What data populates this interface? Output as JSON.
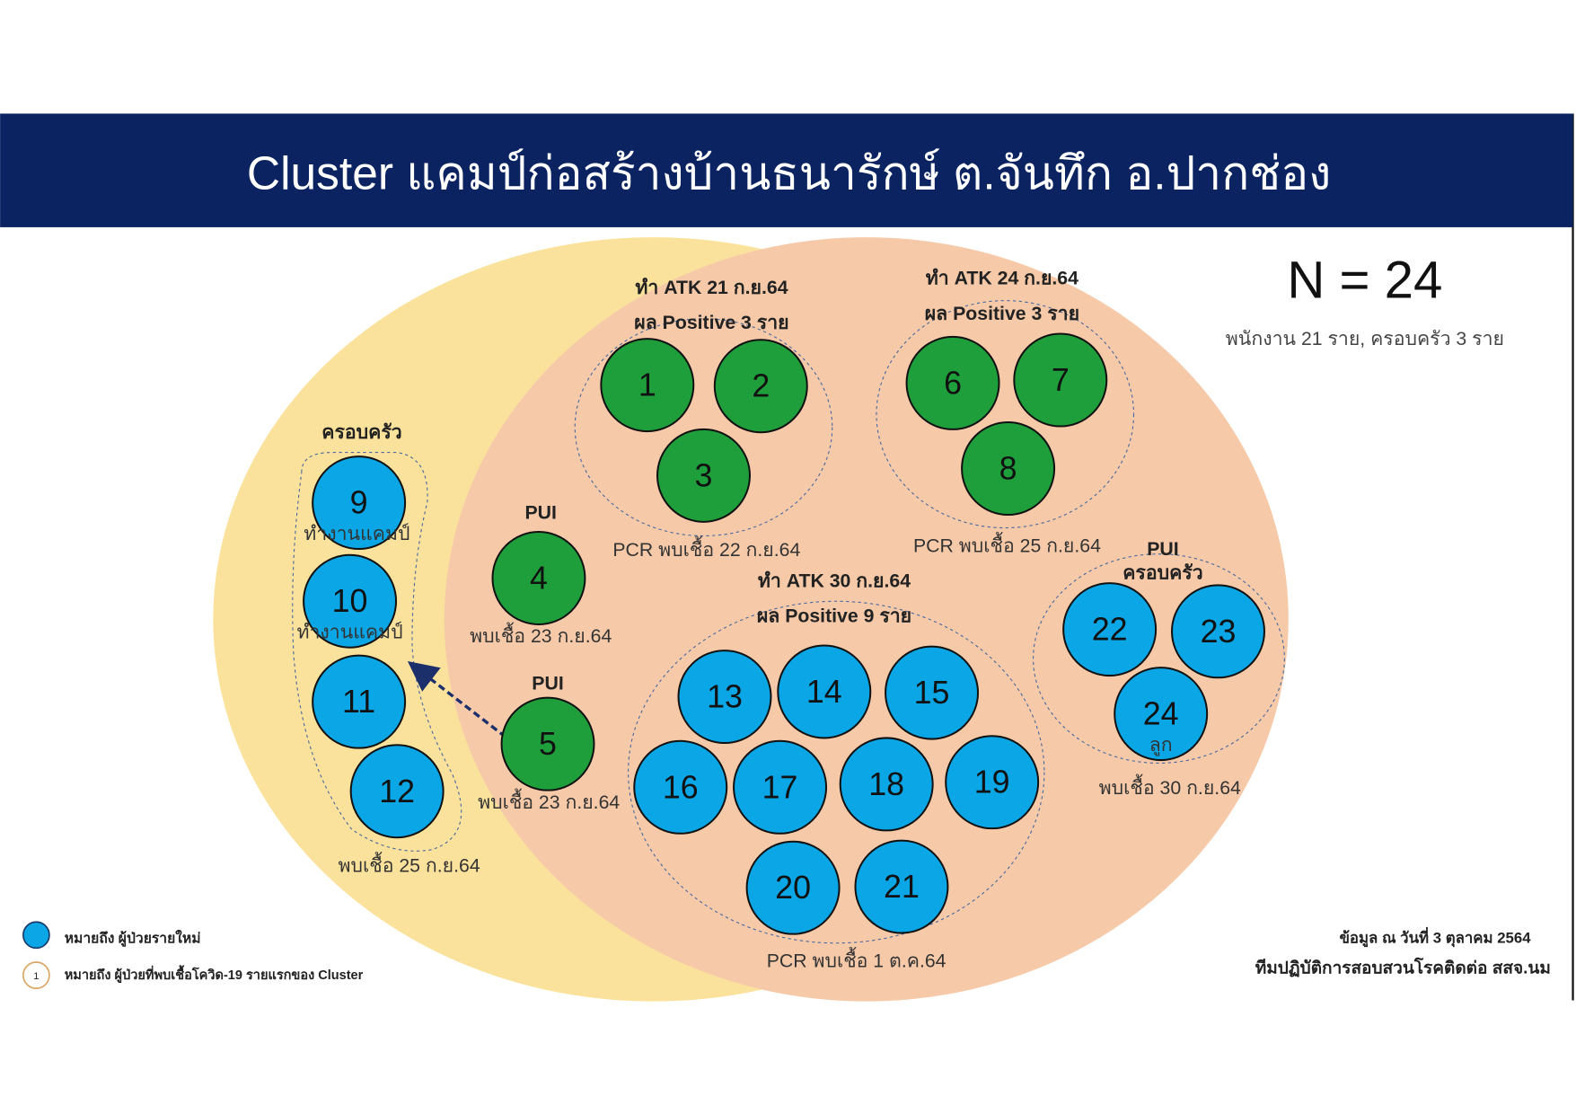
{
  "title": "Cluster แคมป์ก่อสร้างบ้านธนารักษ์ ต.จันทึก อ.ปากช่อง",
  "summary": {
    "total": "N = 24",
    "breakdown": "พนักงาน 21 ราย, ครอบครัว 3 ราย"
  },
  "colors": {
    "header": "#0b2461",
    "new_case": "#0aa6e6",
    "first_case": "#1f9e3c",
    "camp_area": "#fbe29c",
    "work_area": "#f6caa9"
  },
  "groups": {
    "atk21": {
      "line1": "ทำ ATK 21 ก.ย.64",
      "line2": "ผล Positive 3 ราย",
      "footer": "PCR พบเชื้อ 22 ก.ย.64"
    },
    "atk24": {
      "line1": "ทำ ATK 24 ก.ย.64",
      "line2": "ผล Positive 3 ราย",
      "footer": "PCR พบเชื้อ 25 ก.ย.64"
    },
    "atk30": {
      "line1": "ทำ ATK 30 ก.ย.64",
      "line2": "ผล Positive 9 ราย",
      "footer": "PCR พบเชื้อ 1 ต.ค.64"
    },
    "family": {
      "label": "ครอบครัว",
      "footer": "พบเชื้อ 25 ก.ย.64",
      "note9": "ทำงานแคมป์",
      "note10": "ทำงานแคมป์"
    },
    "pui4": {
      "label": "PUI",
      "footer": "พบเชื้อ 23 ก.ย.64"
    },
    "pui5": {
      "label": "PUI",
      "footer": "พบเชื้อ 23 ก.ย.64"
    },
    "puiFamily": {
      "label1": "PUI",
      "label2": "ครอบครัว",
      "footer": "พบเชื้อ 30 ก.ย.64",
      "note24": "ลูก"
    }
  },
  "cases": [
    {
      "id": "1",
      "type": "first"
    },
    {
      "id": "2",
      "type": "first"
    },
    {
      "id": "3",
      "type": "first"
    },
    {
      "id": "4",
      "type": "first"
    },
    {
      "id": "5",
      "type": "first"
    },
    {
      "id": "6",
      "type": "first"
    },
    {
      "id": "7",
      "type": "first"
    },
    {
      "id": "8",
      "type": "first"
    },
    {
      "id": "9",
      "type": "new"
    },
    {
      "id": "10",
      "type": "new"
    },
    {
      "id": "11",
      "type": "new"
    },
    {
      "id": "12",
      "type": "new"
    },
    {
      "id": "13",
      "type": "new"
    },
    {
      "id": "14",
      "type": "new"
    },
    {
      "id": "15",
      "type": "new"
    },
    {
      "id": "16",
      "type": "new"
    },
    {
      "id": "17",
      "type": "new"
    },
    {
      "id": "18",
      "type": "new"
    },
    {
      "id": "19",
      "type": "new"
    },
    {
      "id": "20",
      "type": "new"
    },
    {
      "id": "21",
      "type": "new"
    },
    {
      "id": "22",
      "type": "new"
    },
    {
      "id": "23",
      "type": "new"
    },
    {
      "id": "24",
      "type": "new"
    }
  ],
  "legend": {
    "new_case": "หมายถึง ผู้ป่วยรายใหม่",
    "first_case": "หมายถึง ผู้ป่วยที่พบเชื้อโควิด-19 รายแรกของ Cluster",
    "first_case_sample": "1"
  },
  "footer": {
    "date": "ข้อมูล ณ วันที่ 3 ตุลาคม 2564",
    "team": "ทีมปฏิบัติการสอบสวนโรคติดต่อ สสจ.นม"
  }
}
